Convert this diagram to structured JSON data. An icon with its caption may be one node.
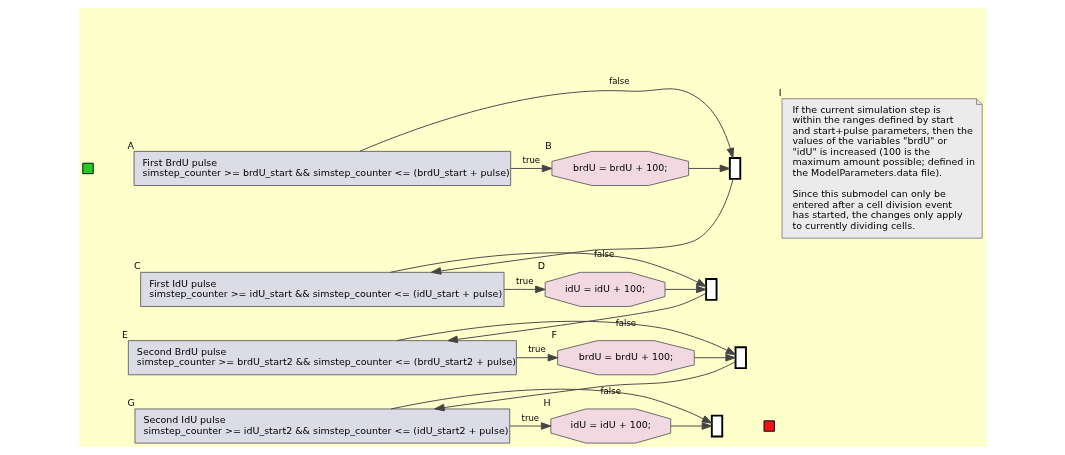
{
  "diagram": {
    "nodes": [
      {
        "text": [],
        "shape": "box"
      },
      {
        "text": [
          "First BrdU pulse",
          "simstep_counter >= brdU_start && simstep_counter <= (brdU_start + pulse)"
        ],
        "beside": [
          "A"
        ]
      },
      {
        "text": [
          "brdU = brdU + 100;"
        ],
        "beside": [
          "B"
        ]
      },
      {
        "text": [],
        "shape": "bar"
      },
      {
        "text": [
          "First IdU pulse",
          "simstep_counter >= idU_start && simstep_counter <= (idU_start + pulse)"
        ],
        "beside": [
          "C"
        ]
      },
      {
        "text": [
          "idU = idU + 100;"
        ],
        "beside": [
          "D"
        ]
      },
      {
        "text": [],
        "shape": "bar"
      },
      {
        "text": [
          "Second BrdU pulse",
          "simstep_counter >= brdU_start2 && simstep_counter <= (brdU_start2 + pulse)"
        ],
        "beside": [
          "E"
        ]
      },
      {
        "text": [
          "brdU = brdU + 100;"
        ],
        "beside": [
          "F"
        ]
      },
      {
        "text": [],
        "shape": "bar"
      },
      {
        "text": [
          "Second IdU pulse",
          "simstep_counter >= idU_start2 && simstep_counter <= (idU_start2 + pulse)"
        ],
        "beside": [
          "G"
        ]
      },
      {
        "text": [
          "idU = idU + 100;"
        ],
        "beside": [
          "H"
        ]
      },
      {
        "text": [],
        "shape": "bar"
      },
      {
        "text": [],
        "shape": "box"
      },
      {
        "text": [
          "If the current simulation step is within the ranges defined by start and start+pulse parameters, then the values of the variables \"brdU\" or \"idU\" is increased (100 is the maximum amount possible; defined in the ModelParameters.data file).",
          "Since this submodel can only be entered after a cell division event has started, the changes only apply to currently dividing cells."
        ],
        "beside": [
          "I"
        ]
      }
    ],
    "edges": [
      {
        "from": 1,
        "to": 3,
        "label": "false",
        "arrow": "to"
      },
      {
        "from": 1,
        "to": 2,
        "label": "true",
        "arrow": "to"
      },
      {
        "from": 2,
        "to": 3,
        "arrow": "to"
      },
      {
        "from": 3,
        "to": 4,
        "arrow": "to"
      },
      {
        "from": 4,
        "to": 6,
        "label": "false",
        "arrow": "to"
      },
      {
        "from": 4,
        "to": 5,
        "label": "true",
        "arrow": "to"
      },
      {
        "from": 5,
        "to": 6,
        "arrow": "to"
      },
      {
        "from": 6,
        "to": 7,
        "arrow": "to"
      },
      {
        "from": 7,
        "to": 9,
        "label": "false",
        "arrow": "to"
      },
      {
        "from": 7,
        "to": 8,
        "label": "true",
        "arrow": "to"
      },
      {
        "from": 8,
        "to": 9,
        "arrow": "to"
      },
      {
        "from": 9,
        "to": 10,
        "arrow": "to"
      },
      {
        "from": 10,
        "to": 12,
        "label": "false",
        "arrow": "to"
      },
      {
        "from": 10,
        "to": 11,
        "label": "true",
        "arrow": "to"
      },
      {
        "from": 11,
        "to": 12,
        "arrow": "to"
      }
    ]
  }
}
